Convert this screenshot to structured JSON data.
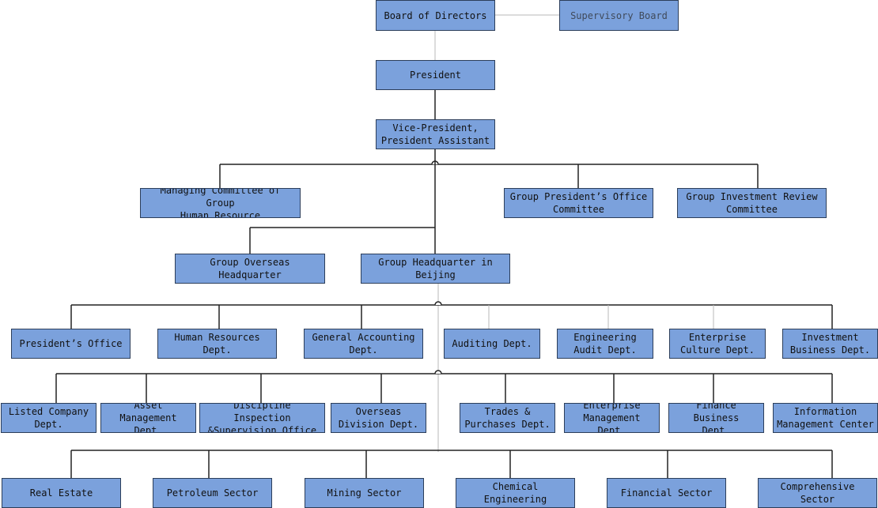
{
  "colors": {
    "box_fill": "#7ba1dc",
    "box_border": "#2c3e5a",
    "connector": "#222222",
    "connector_light": "#b8b8b8"
  },
  "nodes": {
    "board": "Board of Directors",
    "supervisory": "Supervisory Board",
    "president": "President",
    "vice": "Vice-President,\nPresident Assistant",
    "hr_committee": "Managing Committee of Group\nHuman Resource",
    "office_committee": "Group President’s Office\nCommittee",
    "investment_committee": "Group Investment Review\nCommittee",
    "overseas_hq": "Group Overseas Headquarter",
    "beijing_hq": "Group Headquarter in\nBeijing",
    "presidents_office": "President’s Office",
    "hr_dept": "Human Resources\nDept.",
    "accounting": "General Accounting\nDept.",
    "auditing": "Auditing Dept.",
    "eng_audit": "Engineering\nAudit Dept.",
    "culture": "Enterprise\nCulture Dept.",
    "inv_business": "Investment\nBusiness Dept.",
    "listed": "Listed Company\nDept.",
    "asset": "Asset Management\nDept.",
    "discipline": "Discipline Inspection\n&Supervision Office",
    "overseas_div": "Overseas\nDivision Dept.",
    "trades": "Trades &\nPurchases Dept.",
    "ent_mgmt": "Enterprise\nManagement Dept.",
    "finance_biz": "Finance Business\nDept.",
    "info_mgmt": "Information\nManagement Center",
    "real_estate": "Real Estate",
    "petroleum": "Petroleum Sector",
    "mining": "Mining Sector",
    "chemical": "Chemical Engineering",
    "financial": "Financial Sector",
    "comprehensive": "Comprehensive Sector"
  }
}
